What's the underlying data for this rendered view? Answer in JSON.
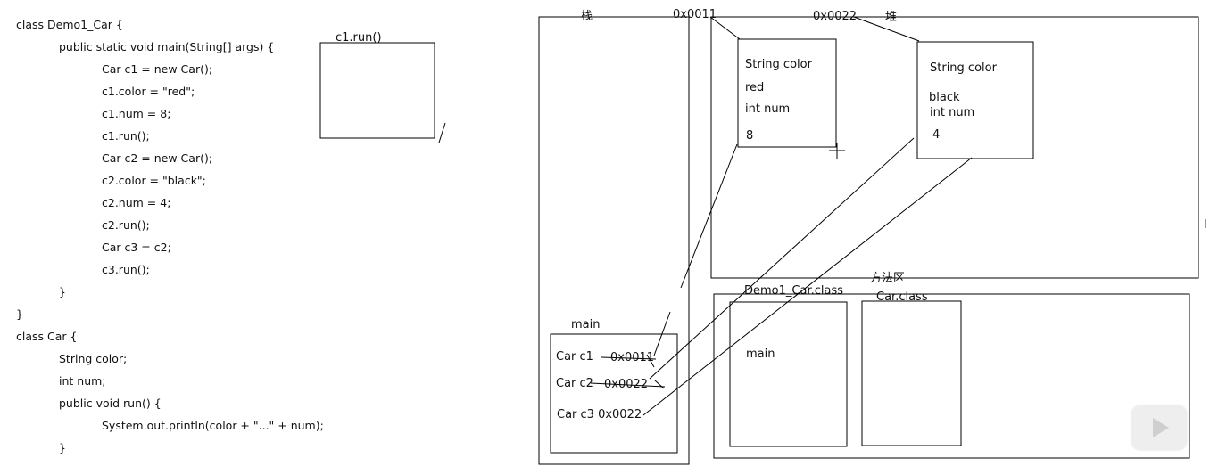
{
  "code": {
    "lines": [
      "class Demo1_Car {",
      "public static void main(String[] args) {",
      "Car c1 = new Car();",
      "c1.color = \"red\";",
      "c1.num = 8;",
      "c1.run();",
      "Car c2 = new Car();",
      "c2.color = \"black\";",
      "c2.num = 4;",
      "c2.run();",
      "Car c3 = c2;",
      "c3.run();",
      "}",
      "}",
      "class Car {",
      "String color;",
      "int num;",
      "public void run() {",
      "System.out.println(color + \"...\" + num);",
      "}"
    ]
  },
  "run_frame": {
    "label": "c1.run()"
  },
  "stack": {
    "label": "栈",
    "frame_label": "main",
    "vars": [
      "Car c1",
      "Car c2",
      "Car c3 0x0022"
    ],
    "addr_c1": "0x0011",
    "addr_c2": "0x0022"
  },
  "heap": {
    "label": "堆",
    "addr1": "0x0011",
    "addr2": "0x0022",
    "obj1": {
      "field1": "String color",
      "value1": "red",
      "field2": "int num",
      "value2": "8"
    },
    "obj2": {
      "field1": "String color",
      "value1": "black",
      "field2": "int num",
      "value2": "4"
    }
  },
  "method_area": {
    "label": "方法区",
    "class1": "Demo1_Car.class",
    "class2": "Car.class",
    "class1_method": "main"
  },
  "colors": {
    "line": "#000000",
    "background": "#ffffff"
  },
  "icons": {
    "play": "play-icon"
  }
}
